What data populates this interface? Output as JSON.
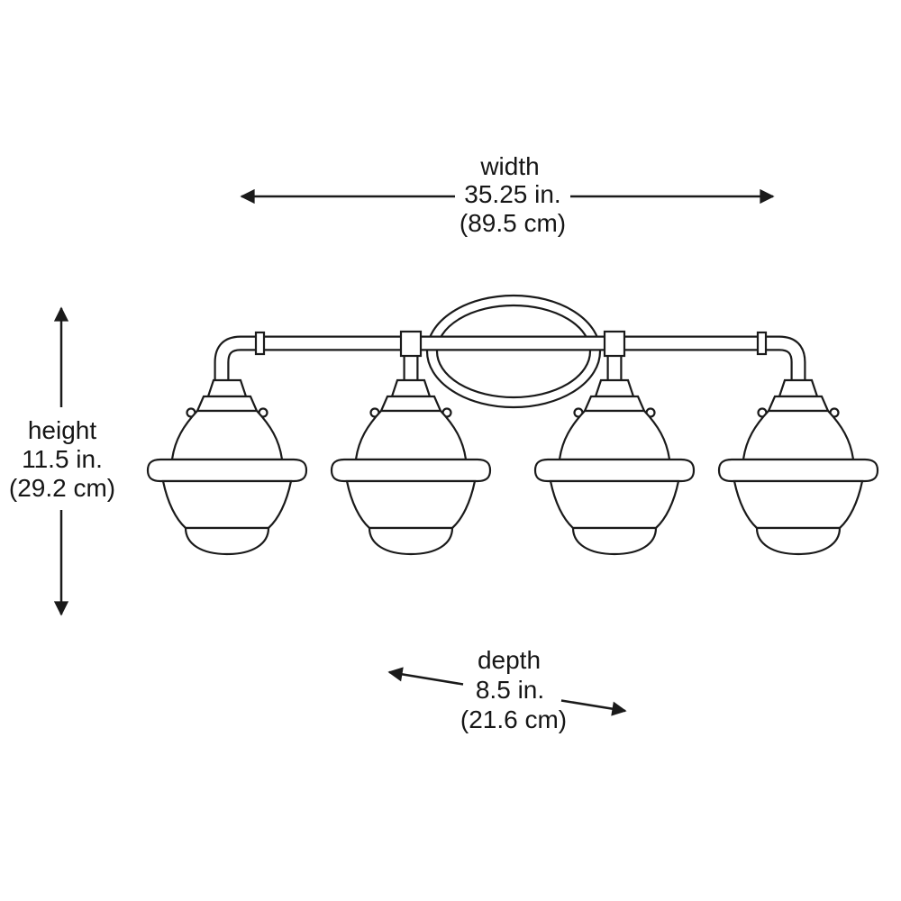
{
  "page": {
    "background_color": "#ffffff",
    "line_color": "#1a1a1a",
    "text_color": "#161616"
  },
  "figure": {
    "kind": "line-drawing",
    "subject": "4-light schoolhouse-style vanity light fixture",
    "shade_count": 4
  },
  "dimensions": {
    "width": {
      "label": "width",
      "value": "35.25 in.",
      "metric": "(89.5 cm)"
    },
    "height": {
      "label": "height",
      "value": "11.5 in.",
      "metric": "(29.2 cm)"
    },
    "depth": {
      "label": "depth",
      "value": "8.5 in.",
      "metric": "(21.6 cm)"
    }
  }
}
